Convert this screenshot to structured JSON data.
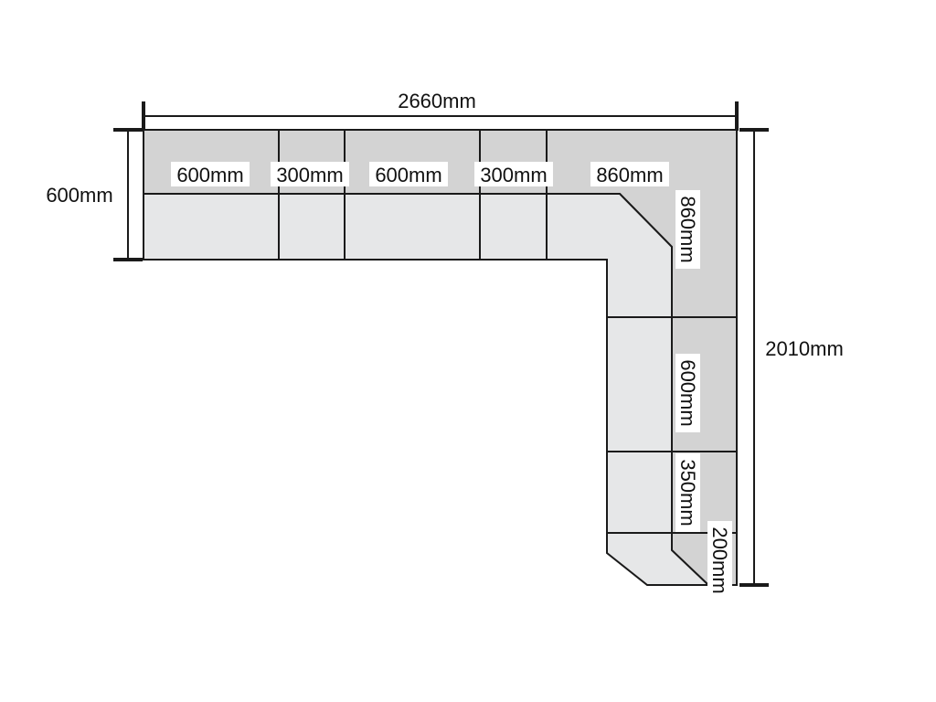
{
  "colors": {
    "back": "#d3d3d3",
    "seat": "#e6e7e8",
    "stroke": "#1a1a1a"
  },
  "dimensions": {
    "overall_width": "2660mm",
    "overall_height": "2010mm",
    "depth": "600mm"
  },
  "modules": {
    "top_1": "600mm",
    "top_2": "300mm",
    "top_3": "600mm",
    "top_4": "300mm",
    "corner_horizontal": "860mm",
    "corner_vertical": "860mm",
    "right_1": "600mm",
    "right_2": "350mm",
    "end": "200mm"
  }
}
